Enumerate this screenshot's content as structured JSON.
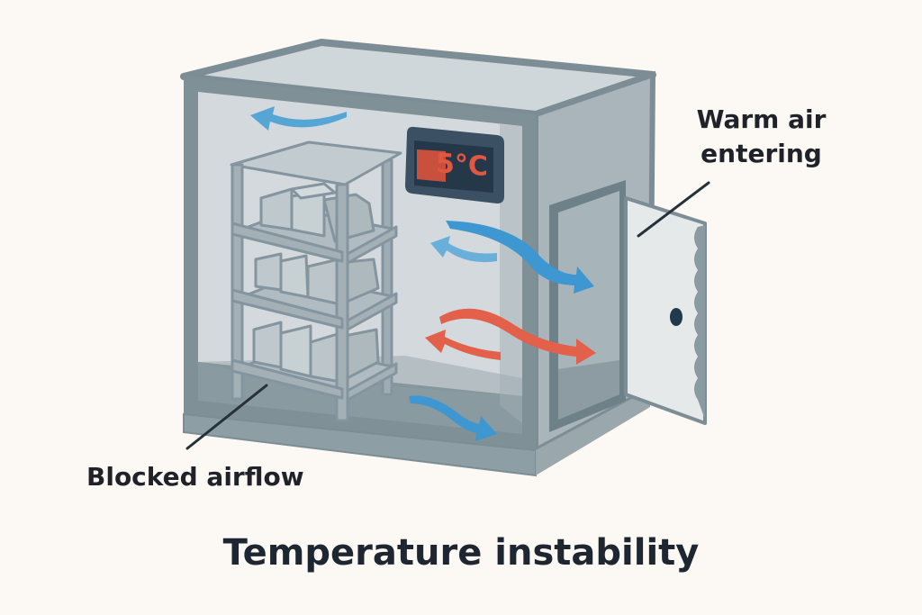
{
  "title": "Temperature instability",
  "callouts": {
    "warm_air": "Warm air\nentering",
    "warm_air_line1": "Warm air",
    "warm_air_line2": "entering",
    "blocked_airflow": "Blocked airflow"
  },
  "thermometer": {
    "display": "5°C",
    "value": 5,
    "unit": "°C"
  },
  "colors": {
    "background": "#fcf8f3",
    "cabinet_frame": "#7f9097",
    "cabinet_interior": "#d3d9dc",
    "cold_air": "#3e97d1",
    "warm_air": "#e3604a",
    "text": "#1f2329",
    "display_bg": "#25384a",
    "display_digit": "#e2573f"
  },
  "elements": {
    "icons": [
      "cold-air-arrow",
      "warm-air-arrow",
      "thermometer-display",
      "shelving-unit",
      "open-door"
    ]
  }
}
